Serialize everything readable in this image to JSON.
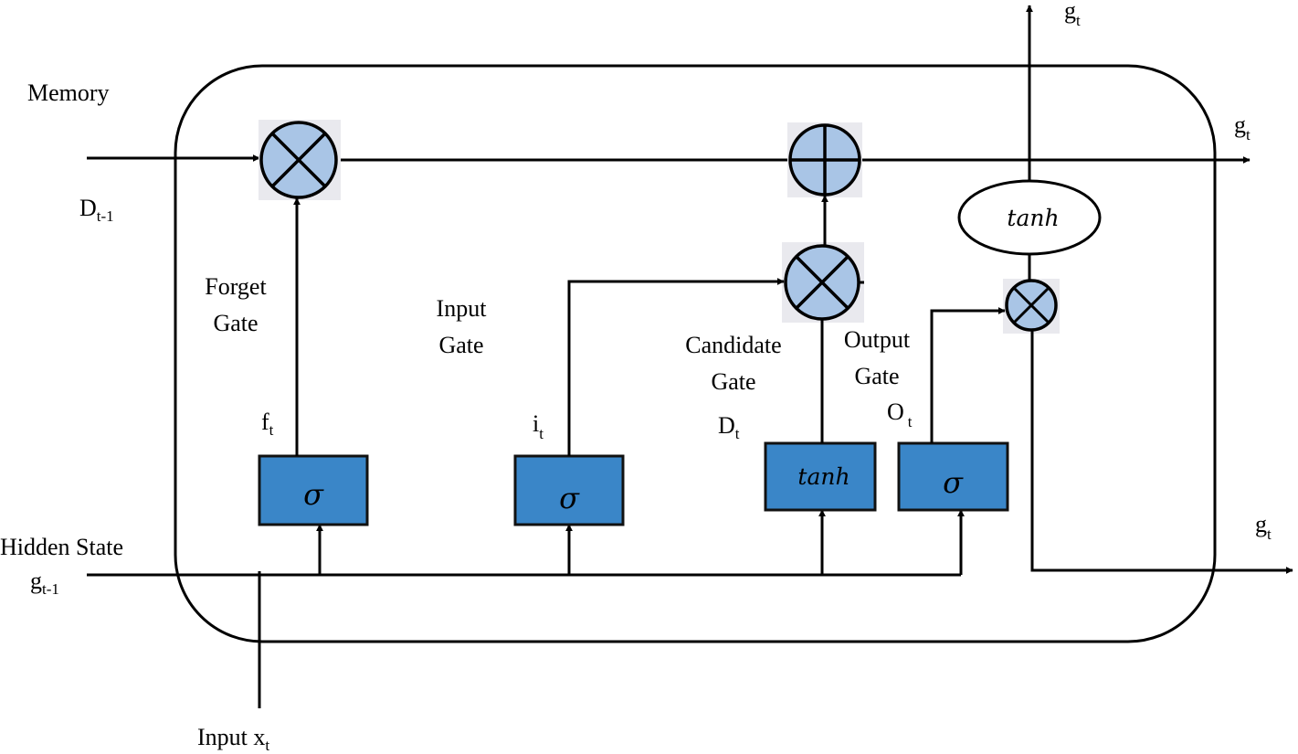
{
  "labels": {
    "memory": "Memory",
    "memory_in_main": "D",
    "memory_in_sub": "t-1",
    "hidden_state": "Hidden State",
    "hidden_in_main": "g",
    "hidden_in_sub": "t-1",
    "input_main": "Input x",
    "input_sub": "t",
    "forget_gate_line1": "Forget",
    "forget_gate_line2": "Gate",
    "input_gate_line1": "Input",
    "input_gate_line2": "Gate",
    "candidate_gate_line1": "Candidate",
    "candidate_gate_line2": "Gate",
    "output_gate_line1": "Output",
    "output_gate_line2": "Gate",
    "f_main": "f",
    "f_sub": "t",
    "i_main": "i",
    "i_sub": "t",
    "d_main": "D",
    "d_sub": "t",
    "o_main": "O",
    "o_sub": "t",
    "out_top_main": "g",
    "out_top_sub": "t",
    "out_cell_main": "g",
    "out_cell_sub": "t",
    "out_hidden_main": "g",
    "out_hidden_sub": "t"
  },
  "gates": {
    "forget_symbol": "σ",
    "input_symbol": "σ",
    "candidate_symbol": "tanh",
    "output_symbol": "σ",
    "cell_tanh": "tanh"
  },
  "colors": {
    "gate_fill": "#3a86c8",
    "operator_fill": "#a9c5e6"
  }
}
